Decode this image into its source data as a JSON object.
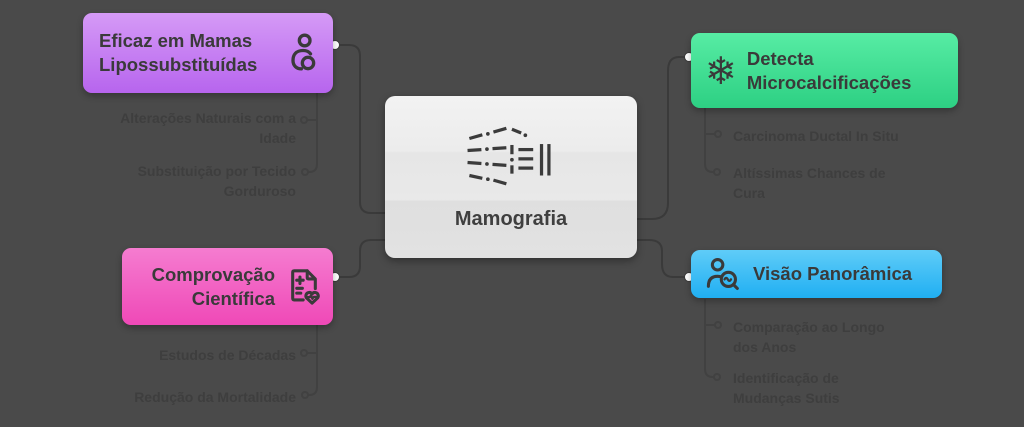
{
  "canvas": {
    "background": "#4a4a4a",
    "connector_color": "#3a3a3a",
    "faint_connector_color": "#414141",
    "dot_color": "#ffffff"
  },
  "center": {
    "label": "Mamografia",
    "icon": "xray-beam-icon",
    "bg_from": "#f1f1f1",
    "bg_to": "#e0e0e0",
    "text_color": "#3f3f3f"
  },
  "branches": [
    {
      "label": "Eficaz em Mamas Lipossubstituídas",
      "icon": "breast-exam-person-icon",
      "side": "left",
      "color_from": "#d59af6",
      "color_to": "#b765ee",
      "children": [
        "Alterações Naturais com a Idade",
        "Substituição por Tecido Gorduroso"
      ]
    },
    {
      "label": "Detecta Microcalcificações",
      "icon": "snowflake-icon",
      "icon_glyph": "❄",
      "side": "right",
      "color_from": "#57eca4",
      "color_to": "#2dd083",
      "children": [
        "Carcinoma Ductal In Situ",
        "Altíssimas Chances de Cura"
      ]
    },
    {
      "label": "Comprovação Científica",
      "icon": "medical-report-heart-icon",
      "side": "left",
      "color_from": "#f57cd0",
      "color_to": "#ef49b7",
      "children": [
        "Estudos de Décadas",
        "Redução da Mortalidade"
      ]
    },
    {
      "label": "Visão Panorâmica",
      "icon": "person-search-icon",
      "side": "right",
      "color_from": "#5fccf8",
      "color_to": "#20aff2",
      "children": [
        "Comparação ao Longo dos Anos",
        "Identificação de Mudanças Sutis"
      ]
    }
  ]
}
